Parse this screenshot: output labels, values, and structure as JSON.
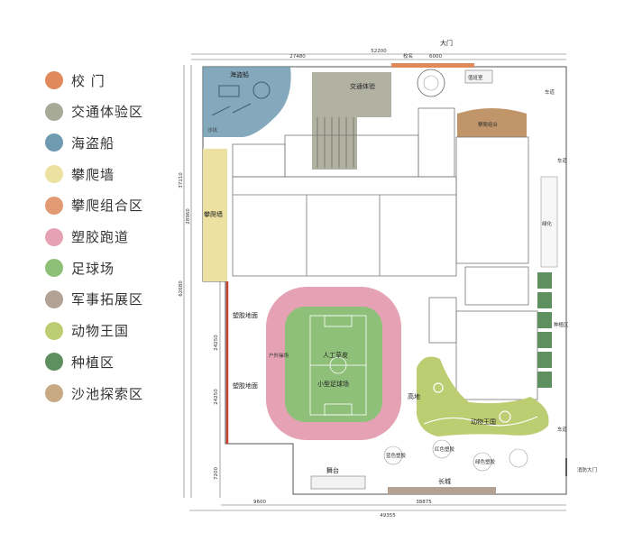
{
  "legend": {
    "items": [
      {
        "label": "校 门",
        "color": "#e0895c"
      },
      {
        "label": "交通体验区",
        "color": "#a8aa98"
      },
      {
        "label": "海盗船",
        "color": "#6f9ab0"
      },
      {
        "label": "攀爬墙",
        "color": "#ece1a0"
      },
      {
        "label": "攀爬组合区",
        "color": "#e29a73"
      },
      {
        "label": "塑胶跑道",
        "color": "#e4a2b4"
      },
      {
        "label": "足球场",
        "color": "#8fc07a"
      },
      {
        "label": "军事拓展区",
        "color": "#b3a293"
      },
      {
        "label": "动物王国",
        "color": "#bccd72"
      },
      {
        "label": "种植区",
        "color": "#5e8f5e"
      },
      {
        "label": "沙池探索区",
        "color": "#c7a982"
      }
    ]
  },
  "plan": {
    "dim_top_total": "52200",
    "dim_top_a": "27480",
    "dim_top_b": "6000",
    "dim_bottom_a": "9600",
    "dim_bottom_b": "38875",
    "dim_bottom_total": "49355",
    "dim_left_a": "37110",
    "dim_left_b": "28960",
    "dim_left_total": "62680",
    "dim_left_c": "24250",
    "dim_left_d": "24250",
    "dim_left_e": "7200",
    "gate_label": "大门",
    "gate_sub": "校名",
    "duty_room": "值班室",
    "pirate_ship": "海盗船",
    "sand_pool": "沙坑",
    "traffic_area": "交通体验",
    "climbing_wall": "攀爬墙",
    "plastic_ground_1": "塑胶地面",
    "plastic_ground_2": "塑胶地面",
    "runway_label": "户外操场",
    "turf_label": "人工草皮",
    "field_label": "小型足球场",
    "highland": "高地",
    "stage": "舞台",
    "long_wall": "长城",
    "fire_gate": "消防大门",
    "driveway_1": "车道",
    "driveway_2": "车道",
    "driveway_3": "车道",
    "greening": "绿化",
    "planting": "种植区",
    "climb_combo": "攀爬组合",
    "animal": "动物王国",
    "colored_plastic_1": "蓝色塑胶",
    "colored_plastic_2": "红色塑胶",
    "colored_plastic_3": "绿色塑胶"
  }
}
